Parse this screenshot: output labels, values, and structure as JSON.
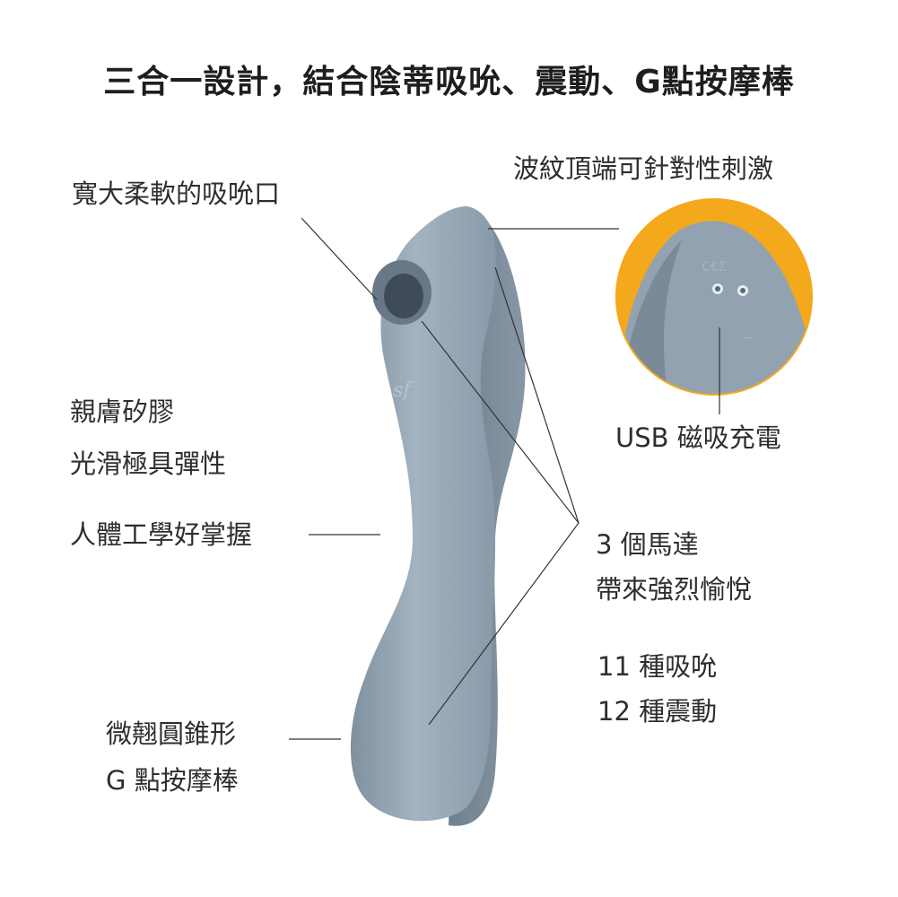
{
  "title": "三合一設計，結合陰蒂吸吮、震動、G點按摩棒",
  "features": {
    "suction_mouth": "寬大柔軟的吸吮口",
    "wave_tip": "波紋頂端可針對性刺激",
    "silicone": [
      "親膚矽膠",
      "光滑極具彈性"
    ],
    "usb": "USB 磁吸充電",
    "ergonomic": "人體工學好掌握",
    "motors": [
      "3 個馬達",
      "帶來強烈愉悅"
    ],
    "modes": [
      "11 種吸吮",
      "12 種震動"
    ],
    "gspot": [
      "微翹圓錐形",
      "G 點按摩棒"
    ]
  },
  "colors": {
    "product": "#93a4b3",
    "product_shadow": "#7e8f9e",
    "inset_background": "#f4a91c",
    "line": "#333333"
  }
}
